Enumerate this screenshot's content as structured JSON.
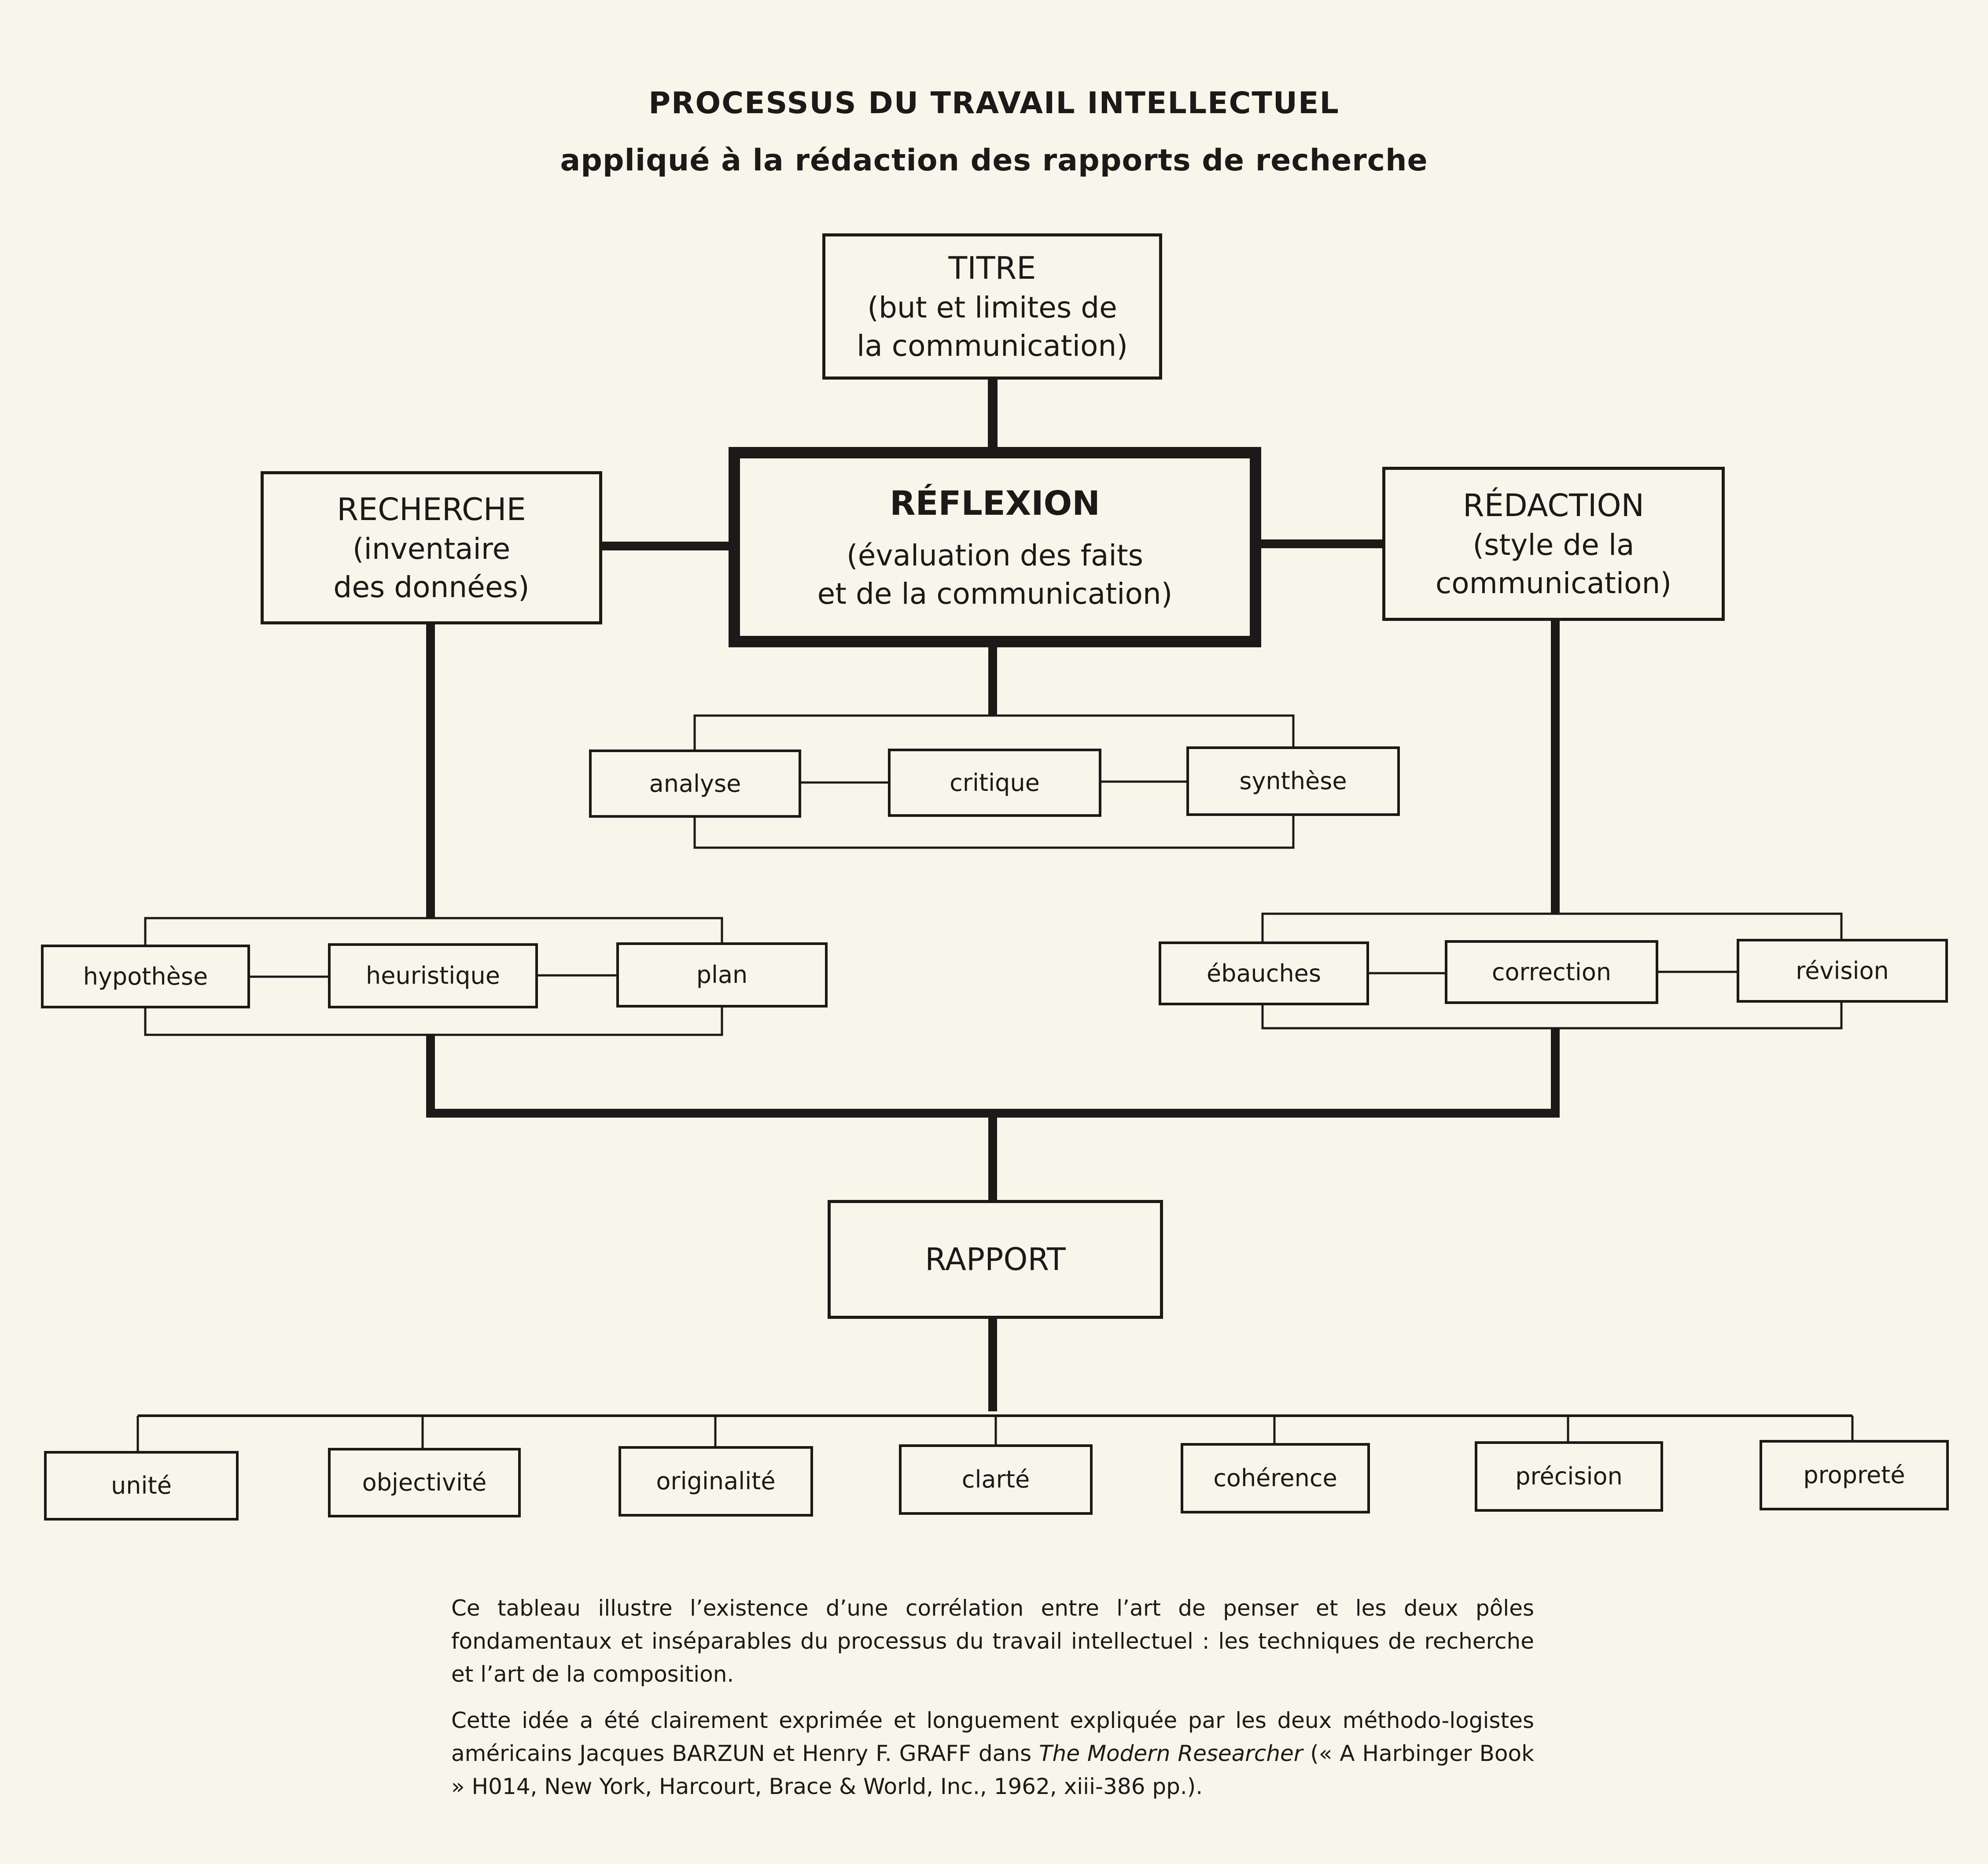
{
  "title": "PROCESSUS DU TRAVAIL INTELLECTUEL",
  "subtitle": "appliqué à la rédaction des rapports de recherche",
  "boxes": {
    "titre": {
      "head": "TITRE",
      "sub1": "(but et limites de",
      "sub2": "la communication)"
    },
    "recherche": {
      "head": "RECHERCHE",
      "sub1": "(inventaire",
      "sub2": "des données)"
    },
    "reflexion": {
      "head": "RÉFLEXION",
      "sub1": "(évaluation des faits",
      "sub2": "et de la communication)"
    },
    "redaction": {
      "head": "RÉDACTION",
      "sub1": "(style de la",
      "sub2": "communication)"
    },
    "rapport": {
      "head": "RAPPORT"
    }
  },
  "reflexion_steps": [
    "analyse",
    "critique",
    "synthèse"
  ],
  "recherche_steps": [
    "hypothèse",
    "heuristique",
    "plan"
  ],
  "redaction_steps": [
    "ébauches",
    "correction",
    "révision"
  ],
  "qualities": [
    "unité",
    "objectivité",
    "originalité",
    "clarté",
    "cohérence",
    "précision",
    "propreté"
  ],
  "note": {
    "p1": "Ce tableau illustre l’existence d’une corrélation entre l’art de penser et les deux pôles fondamentaux et inséparables du processus du travail intellectuel : les techniques de recherche et l’art de la composition.",
    "p2_start": "Cette idée a été clairement exprimée et longuement expliquée par les deux méthodo-logistes américains Jacques BARZUN et Henry F. GRAFF dans ",
    "p2_book": "The Modern Researcher",
    "p2_end": " (« A Harbinger Book » H014, New York, Harcourt, Brace & World, Inc., 1962, xiii-386 pp.)."
  }
}
